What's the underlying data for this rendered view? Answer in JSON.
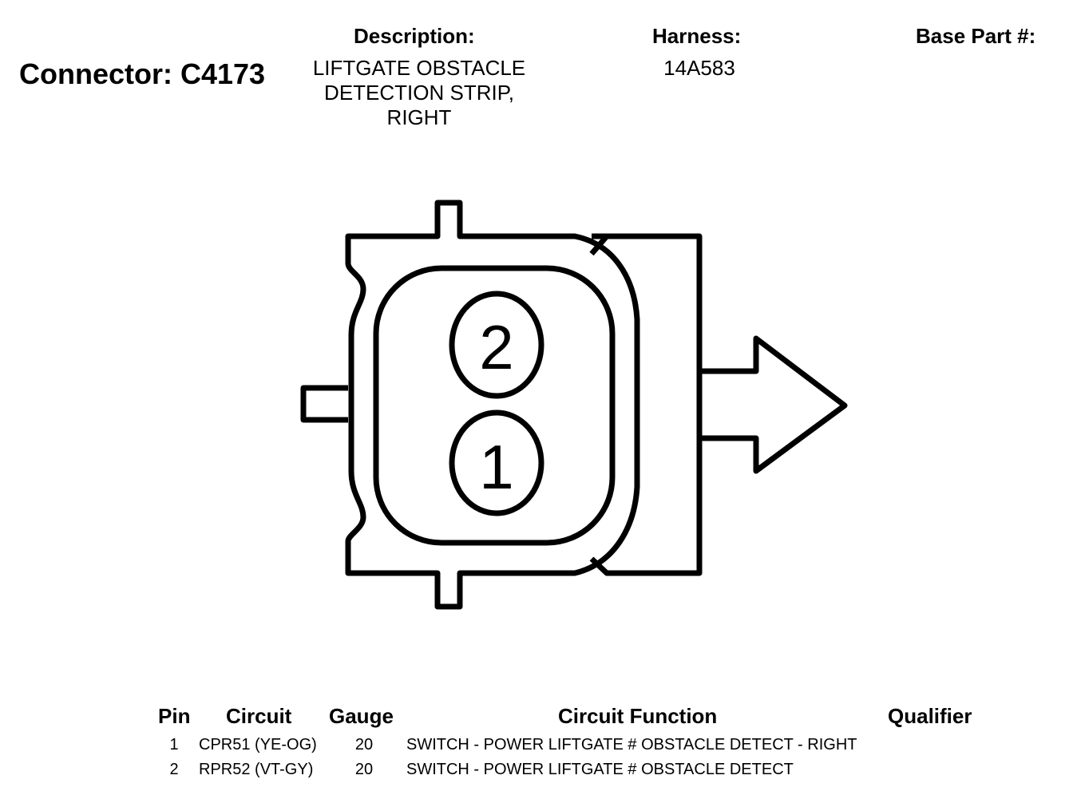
{
  "connector": {
    "title": "Connector: C4173"
  },
  "headers": {
    "description": "Description:",
    "harness": "Harness:",
    "base_part": "Base Part #:"
  },
  "description_lines": [
    "LIFTGATE OBSTACLE",
    "DETECTION STRIP,",
    "RIGHT"
  ],
  "harness_value": "14A583",
  "pins_diagram": {
    "pin_top": "2",
    "pin_bottom": "1"
  },
  "table": {
    "columns": {
      "pin": "Pin",
      "circuit": "Circuit",
      "gauge": "Gauge",
      "function": "Circuit Function",
      "qualifier": "Qualifier"
    },
    "rows": [
      {
        "pin": "1",
        "circuit": "CPR51 (YE-OG)",
        "gauge": "20",
        "function": "SWITCH - POWER LIFTGATE # OBSTACLE DETECT - RIGHT",
        "qualifier": ""
      },
      {
        "pin": "2",
        "circuit": "RPR52 (VT-GY)",
        "gauge": "20",
        "function": "SWITCH - POWER LIFTGATE # OBSTACLE DETECT",
        "qualifier": ""
      }
    ]
  }
}
